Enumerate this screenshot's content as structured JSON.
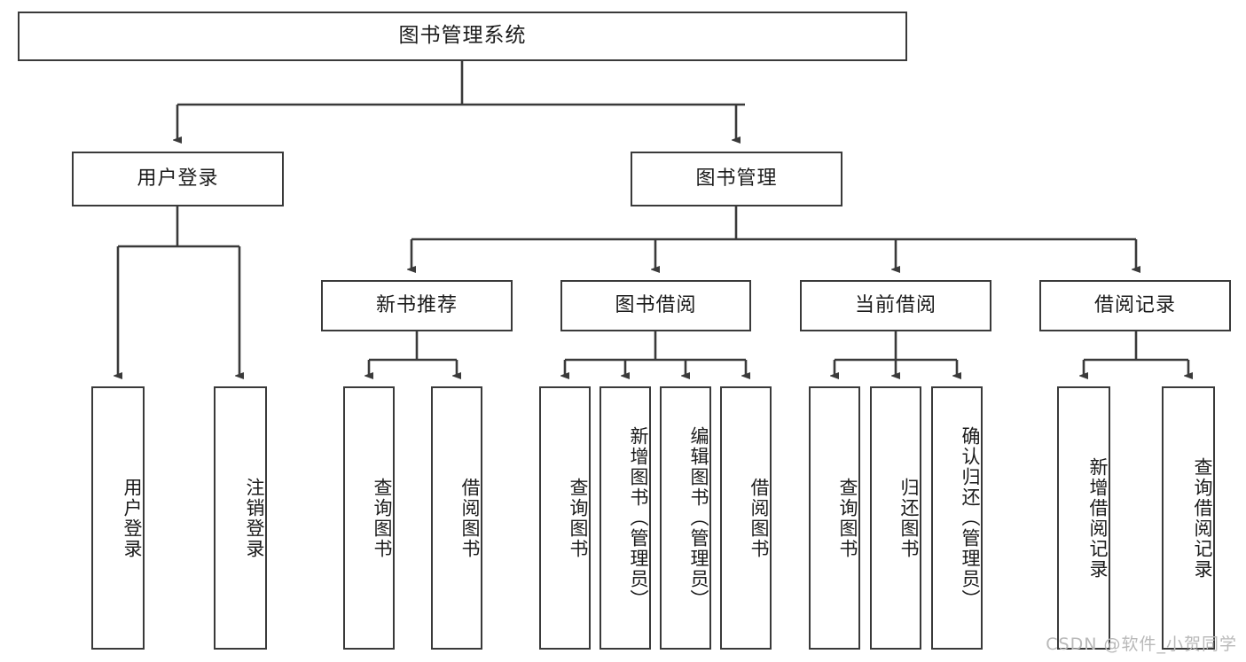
{
  "diagram": {
    "title": "图书管理系统",
    "watermark": "CSDN @软件_小贺同学",
    "stroke_color": "#3a3a3a",
    "fill_color": "#ffffff",
    "text_color": "#1b1b1b"
  },
  "root": {
    "label": "图书管理系统"
  },
  "level2": [
    {
      "label": "用户登录"
    },
    {
      "label": "图书管理"
    }
  ],
  "level3": [
    {
      "label": "新书推荐"
    },
    {
      "label": "图书借阅"
    },
    {
      "label": "当前借阅"
    },
    {
      "label": "借阅记录"
    }
  ],
  "leaves": {
    "user_login": [
      {
        "label": "用户登录"
      },
      {
        "label": "注销登录"
      }
    ],
    "new_book": [
      {
        "label": "查询图书"
      },
      {
        "label": "借阅图书"
      }
    ],
    "book_borrow": [
      {
        "label": "查询图书"
      },
      {
        "label": "新增图书（管理员）"
      },
      {
        "label": "编辑图书（管理员）"
      },
      {
        "label": "借阅图书"
      }
    ],
    "current_borrow": [
      {
        "label": "查询图书"
      },
      {
        "label": "归还图书"
      },
      {
        "label": "确认归还（管理员）"
      }
    ],
    "borrow_record": [
      {
        "label": "新增借阅记录"
      },
      {
        "label": "查询借阅记录"
      }
    ]
  }
}
